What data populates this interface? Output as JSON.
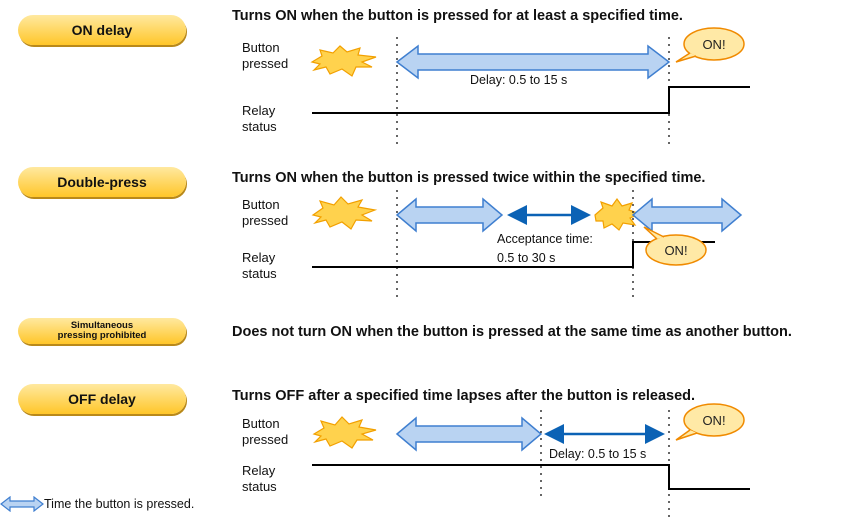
{
  "sections": {
    "on_delay": {
      "badge": "ON delay",
      "title": "Turns ON when the button is pressed for at least a specified time.",
      "button_label": "Button\npressed",
      "relay_label": "Relay\nstatus",
      "delay_text": "Delay: 0.5 to 15 s",
      "bubble": "ON!"
    },
    "double_press": {
      "badge": "Double-press",
      "title": "Turns ON when the button is pressed twice within the specified time.",
      "button_label": "Button\npressed",
      "relay_label": "Relay\nstatus",
      "acceptance_line1": "Acceptance time:",
      "acceptance_line2": "0.5 to 30 s",
      "bubble": "ON!"
    },
    "simultaneous": {
      "badge_line1": "Simultaneous",
      "badge_line2": "pressing prohibited",
      "title": "Does not turn ON when the button is pressed at the same time as another button."
    },
    "off_delay": {
      "badge": "OFF delay",
      "title": "Turns OFF after a specified time lapses after the button is released.",
      "button_label": "Button\npressed",
      "relay_label": "Relay\nstatus",
      "delay_text": "Delay: 0.5 to 15 s",
      "bubble": "ON!"
    }
  },
  "legend": {
    "text": "Time the button is pressed."
  },
  "colors": {
    "badge": "#ffc629",
    "press_arrow_fill": "#b9d3f2",
    "press_arrow_stroke": "#3f7fd0",
    "delay_arrow": "#0b62b5",
    "burst_fill": "#ffd24d",
    "burst_stroke": "#f2a000",
    "bubble_fill": "#ffe9a6",
    "bubble_stroke": "#f08a00"
  }
}
